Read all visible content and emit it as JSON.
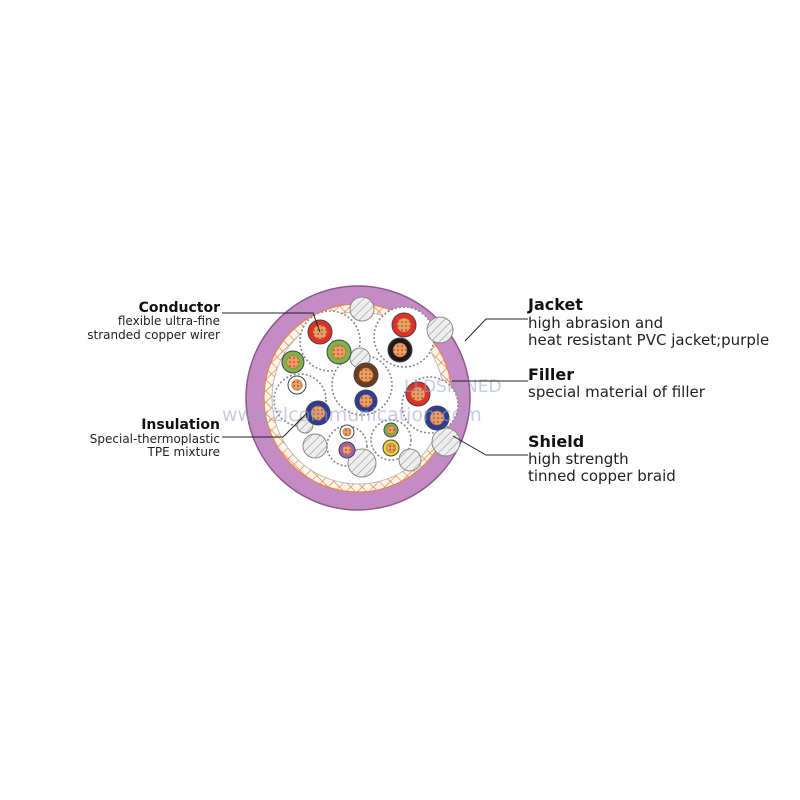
{
  "colors": {
    "jacket": "#c58bc4",
    "jacket_edge": "#8e5a8e",
    "braid": "#e8843a",
    "conductor": "#e9a06a",
    "red": "#e0302a",
    "green": "#7bb54a",
    "brown": "#6b3d1f",
    "blue": "#2a3d9c",
    "black": "#1a1a1a",
    "purple": "#9a5fc0",
    "yellow": "#e6d43a",
    "white": "#ffffff",
    "filler": "#d9d9d9",
    "line": "#222222"
  },
  "labels": {
    "conductor": {
      "title": "Conductor",
      "lines": [
        "flexible ultra-fine",
        "stranded copper wirer"
      ]
    },
    "insulation": {
      "title": "Insulation",
      "lines": [
        "Special-thermoplastic",
        "TPE mixture"
      ]
    },
    "jacket": {
      "title": "Jacket",
      "lines": [
        "high abrasion and",
        "heat resistant PVC jacket;purple"
      ]
    },
    "filler": {
      "title": "Filler",
      "lines": [
        "special material of filler"
      ]
    },
    "shield": {
      "title": "Shield",
      "lines": [
        "high strength",
        "tinned copper braid"
      ]
    }
  },
  "watermark": {
    "text": "www.zlcommunication.com",
    "logo": "LLDSIGNED"
  }
}
